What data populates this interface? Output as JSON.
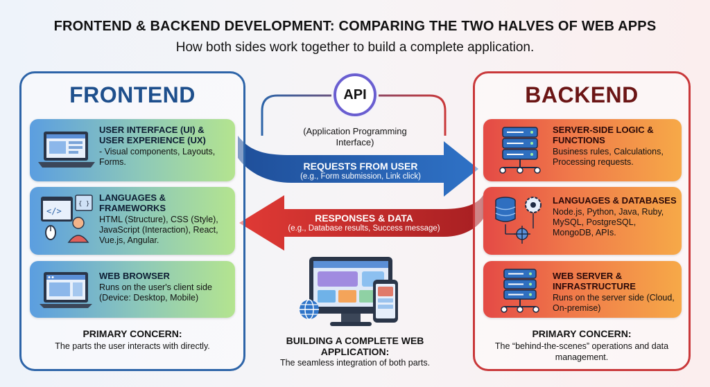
{
  "title": "FRONTEND & BACKEND DEVELOPMENT: COMPARING THE TWO HALVES OF WEB APPS",
  "subtitle": "How both sides work together to build a complete application.",
  "frontend": {
    "heading": "FRONTEND",
    "cards": [
      {
        "icon": "laptop-icon",
        "title": "USER INTERFACE (UI) & USER EXPERIENCE (UX)",
        "body": "- Visual components, Layouts, Forms."
      },
      {
        "icon": "code-window-icon",
        "title": "LANGUAGES & FRAMEWORKS",
        "body": "HTML (Structure), CSS (Style), JavaScript (Interaction), React, Vue.js, Angular."
      },
      {
        "icon": "browser-icon",
        "title": "WEB BROWSER",
        "body": "Runs on the user's client side (Device: Desktop, Mobile)"
      }
    ],
    "concern_title": "PRIMARY CONCERN:",
    "concern_body": "The parts the user interacts with directly."
  },
  "backend": {
    "heading": "BACKEND",
    "cards": [
      {
        "icon": "server-icon",
        "title": "SERVER-SIDE LOGIC & FUNCTIONS",
        "body": "Business rules, Calculations, Processing requests."
      },
      {
        "icon": "database-gear-icon",
        "title": "LANGUAGES & DATABASES",
        "body": "Node.js, Python, Java, Ruby, MySQL, PostgreSQL, MongoDB, APIs."
      },
      {
        "icon": "server-rack-icon",
        "title": "WEB SERVER & INFRASTRUCTURE",
        "body": "Runs on the server side (Cloud, On-premise)"
      }
    ],
    "concern_title": "PRIMARY CONCERN:",
    "concern_body": "The “behind-the-scenes” operations and data management."
  },
  "api": {
    "label": "API",
    "description": "(Application Programming Interface)"
  },
  "requests": {
    "title": "REQUESTS FROM USER",
    "subtitle": "(e.g., Form submission, Link click)"
  },
  "responses": {
    "title": "RESPONSES & DATA",
    "subtitle": "(e.g., Database results, Success message)"
  },
  "center": {
    "title": "BUILDING A COMPLETE WEB APPLICATION:",
    "subtitle": "The seamless integration of both parts."
  },
  "colors": {
    "frontend_accent": "#2d64a8",
    "backend_accent": "#c9383a",
    "request_arrow": "#2a63b0",
    "response_arrow": "#c22a2a",
    "api_ring": "#6a5ed0"
  }
}
